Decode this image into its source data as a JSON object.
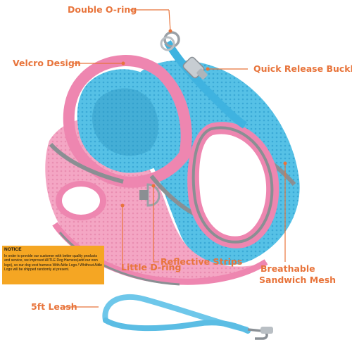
{
  "labels": {
    "double_o_ring": "Double O-ring",
    "velcro_design": "Velcro Design",
    "quick_release_buckle": "Quick Release Buckle",
    "breathable_line1": "Breathable",
    "breathable_line2": "Sandwich Mesh",
    "reflective_strips": "Reflective Strips",
    "little_d_ring": "Little D-ring",
    "leash": "5ft Leash"
  },
  "notice": {
    "title": "NOTICE",
    "body": "In order to provide our customer with better quality products and service, we improved AIITLE Dog Harness(add our own logo), so our dog vest harness With Aiitle Logo / Whithout Aiitle Logo will be shipped randomly at present."
  },
  "colors": {
    "label_text": "#e8743b",
    "mesh_blue": "#56c1e6",
    "mesh_pink": "#f4a6c4",
    "trim_pink": "#ee86b0",
    "reflective_gray": "#8a8f93",
    "notice_bg": "#f5a623",
    "leash_blue": "#6ec7ea"
  }
}
